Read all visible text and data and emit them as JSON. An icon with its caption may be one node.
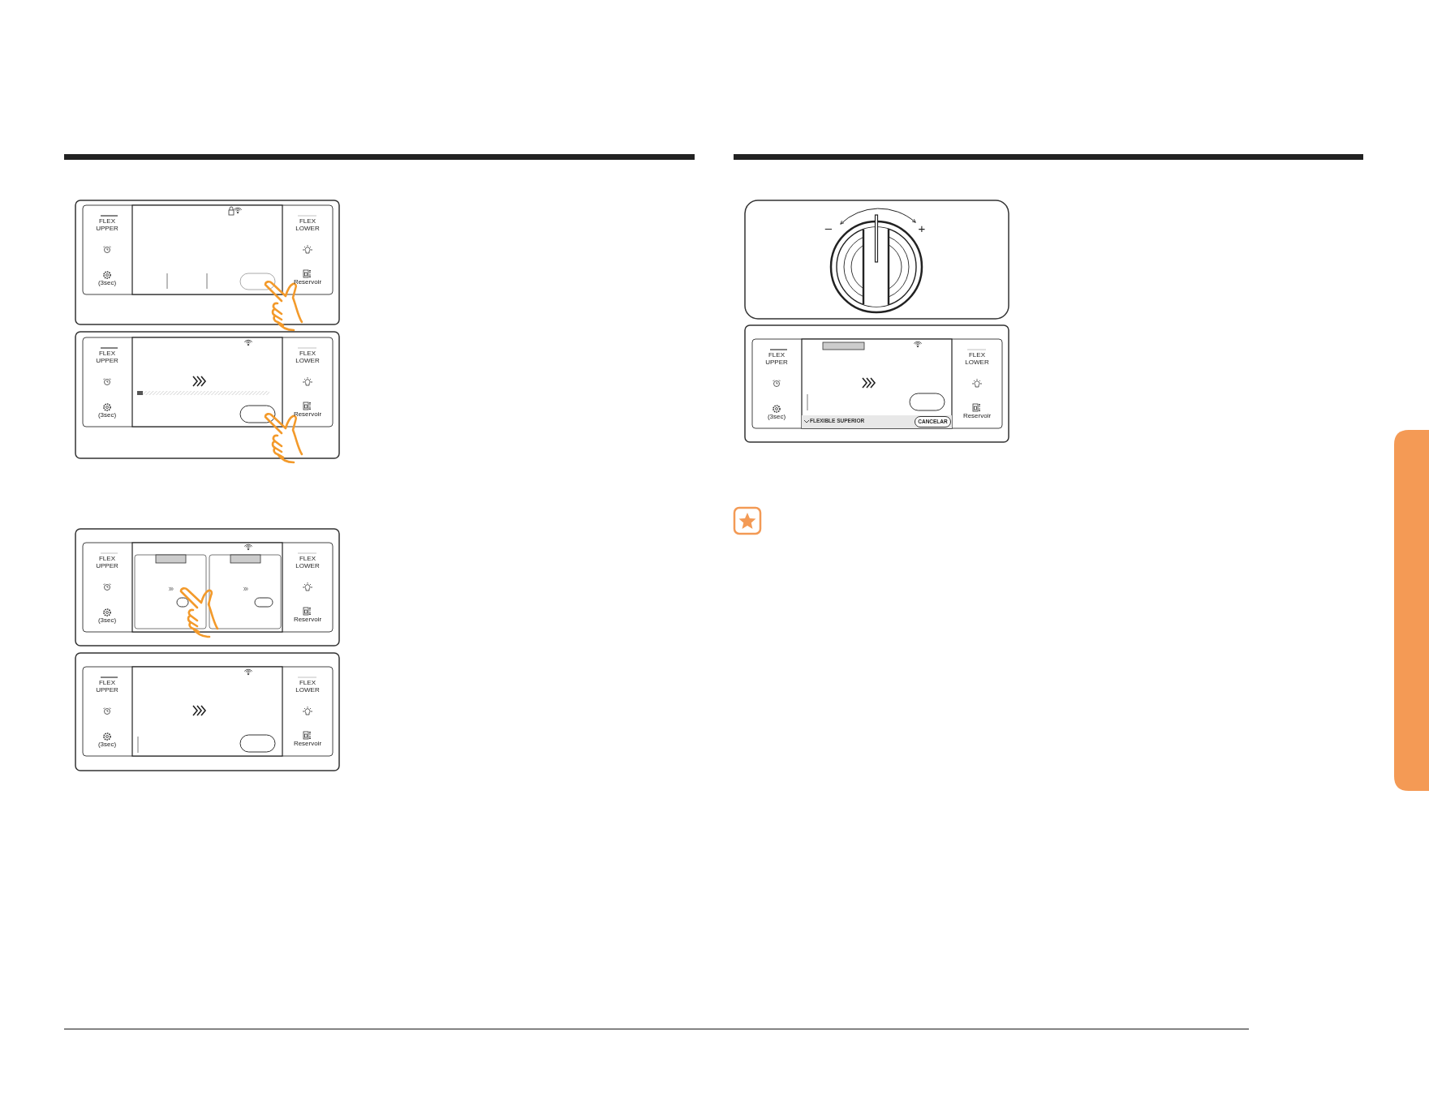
{
  "diagram": {
    "nodes": [
      {
        "text": [],
        "shape": "bar"
      }
    ],
    "labels": [
      "FLEX UPPER",
      "(3sec)",
      "FLEX LOWER",
      "Reservoir",
      "FLEX UPPER",
      "(3sec)",
      "FLEX LOWER",
      "Reservoir",
      "FLEX UPPER",
      "(3sec)",
      "FLEX LOWER",
      "Reservoir",
      "FLEX UPPER",
      "(3sec)",
      "FLEX LOWER",
      "Reservoir",
      "–",
      "+",
      "FLEX UPPER",
      "(3sec)",
      "FLEX LOWER",
      "Reservoir",
      "FLEXIBLE SUPERIOR",
      "CANCELAR"
    ]
  }
}
